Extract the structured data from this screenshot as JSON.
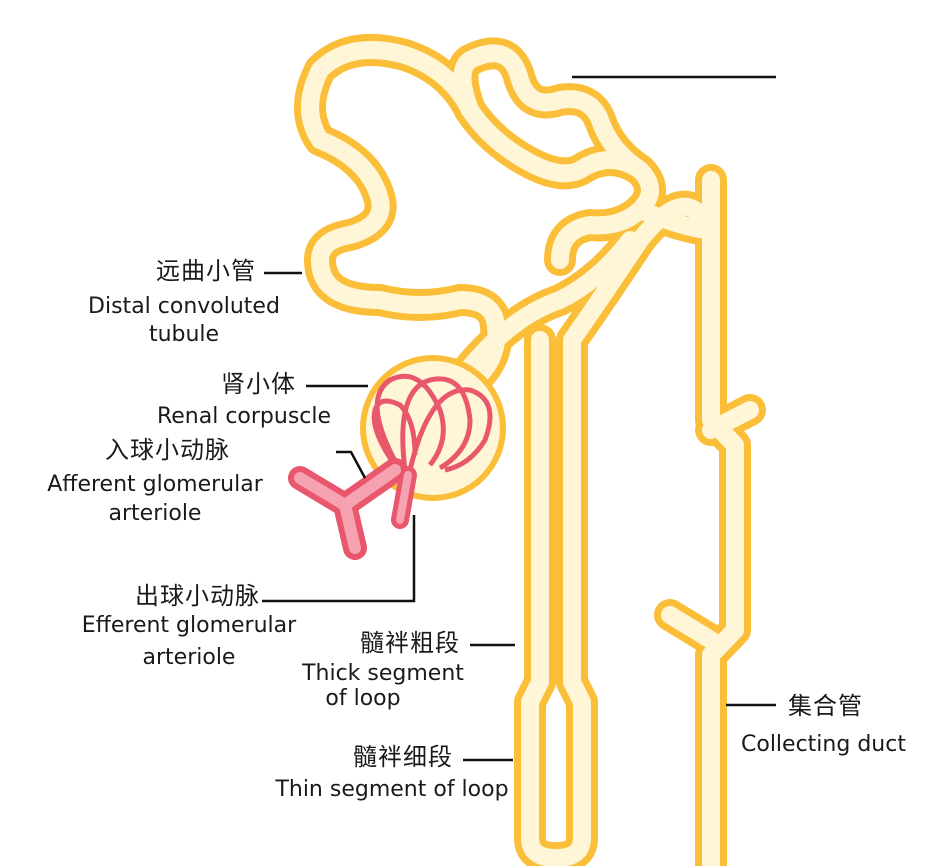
{
  "colors": {
    "tubule_stroke": "#fbbe38",
    "tubule_fill": "#fff6d8",
    "vessel_stroke": "#e8576c",
    "vessel_fill": "#f6a2b1",
    "vessel_core": "#ff2a55",
    "leader": "#111111"
  },
  "labels": {
    "distal_zh": "远曲小管",
    "distal_en_1": "Distal convoluted",
    "distal_en_2": "tubule",
    "corpuscle_zh": "肾小体",
    "corpuscle_en": "Renal corpuscle",
    "afferent_zh": "入球小动脉",
    "afferent_en_1": "Afferent glomerular",
    "afferent_en_2": "arteriole",
    "efferent_zh": "出球小动脉",
    "efferent_en_1": "Efferent glomerular",
    "efferent_en_2": "arteriole",
    "thick_zh": "髓袢粗段",
    "thick_en_1": "Thick segment",
    "thick_en_2": "of loop",
    "thin_zh": "髓袢细段",
    "thin_en": "Thin segment of loop",
    "duct_zh": "集合管",
    "duct_en": "Collecting duct"
  }
}
